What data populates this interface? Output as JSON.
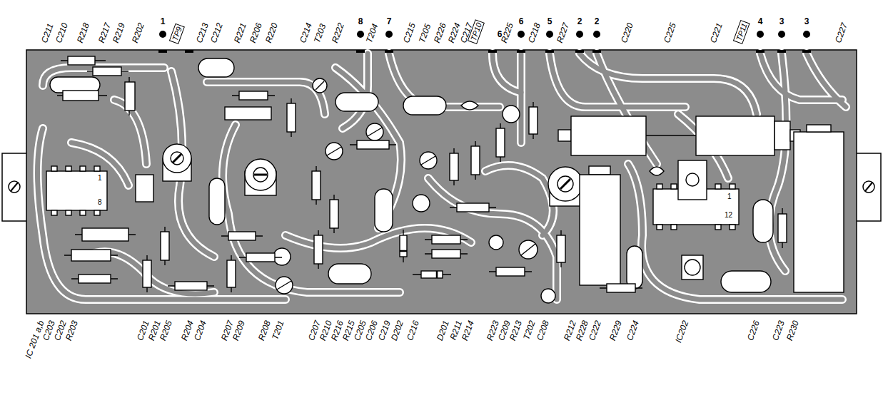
{
  "diagram": {
    "nodes": [
      {
        "text": [
          "TP9"
        ]
      },
      {
        "text": [
          "TP10"
        ]
      },
      {
        "text": [
          "TP11"
        ]
      }
    ],
    "labels": [
      "C211",
      "C210",
      "R218",
      "R217",
      "R219",
      "R202",
      "1",
      "C213",
      "C212",
      "R221",
      "R206",
      "R220",
      "C214",
      "T203",
      "R222",
      "8",
      "T204",
      "7",
      "C215",
      "T205",
      "R226",
      "R224",
      "C217",
      "6",
      "R225",
      "6",
      "C218",
      "5",
      "R227",
      "2",
      "2",
      "C220",
      "C225",
      "C221",
      "4",
      "3",
      "3",
      "C227",
      "1",
      "8",
      "1",
      "12",
      "IC 201 a,b",
      "C203",
      "C202",
      "R203",
      "C201",
      "R201",
      "R205",
      "R204",
      "C204",
      "R207",
      "R209",
      "R208",
      "T201",
      "C207",
      "R210",
      "R216",
      "R215",
      "C205",
      "C206",
      "C219",
      "D202",
      "C216",
      "D201",
      "R211",
      "R214",
      "R223",
      "C209",
      "R213",
      "T202",
      "C208",
      "R212",
      "R228",
      "C222",
      "R229",
      "C224",
      "IC202",
      "C226",
      "C223",
      "R230"
    ]
  }
}
